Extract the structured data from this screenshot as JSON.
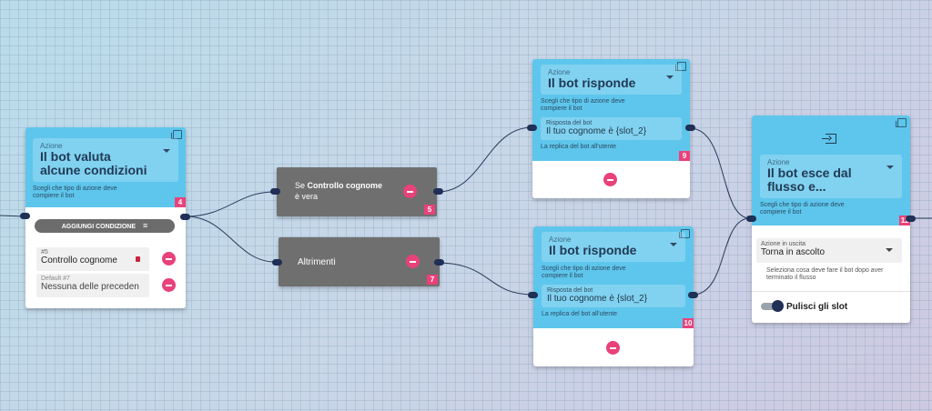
{
  "node4": {
    "select_label": "Azione",
    "select_value": "Il bot valuta alcune condizioni",
    "hint": "Scegli che tipo di azione deve compiere il bot",
    "badge": "4",
    "add_condition_label": "AGGIUNGI CONDIZIONE",
    "conditions": [
      {
        "id": "#5",
        "label": "Controllo cognome"
      },
      {
        "id": "Default #7",
        "label": "Nessuna delle preceden"
      }
    ]
  },
  "node5": {
    "text_prefix": "Se",
    "condition_name": "Controllo cognome",
    "text_suffix": "è vera",
    "badge": "5"
  },
  "node7": {
    "text": "Altrimenti",
    "badge": "7"
  },
  "node9": {
    "select_label": "Azione",
    "select_value": "Il bot risponde",
    "hint": "Scegli che tipo di azione deve compiere il bot",
    "field_label": "Risposta del bot",
    "field_value": "Il tuo cognome è {slot_2}",
    "field_hint": "La replica del bot all'utente",
    "badge": "9"
  },
  "node10": {
    "select_label": "Azione",
    "select_value": "Il bot risponde",
    "hint": "Scegli che tipo di azione deve compiere il bot",
    "field_label": "Risposta del bot",
    "field_value": "Il tuo cognome è {slot_2}",
    "field_hint": "La replica del bot all'utente",
    "badge": "10"
  },
  "node11": {
    "select_label": "Azione",
    "select_value": "Il bot esce dal flusso e...",
    "hint": "Scegli che tipo di azione deve compiere il bot",
    "exit_label": "Azione in uscita",
    "exit_value": "Torna in ascolto",
    "exit_hint": "Seleziona cosa deve fare il bot dopo aver terminato il flusso",
    "toggle_label": "Pulisci gli slot",
    "badge": "11"
  },
  "colors": {
    "header": "#5ec6ec",
    "accent": "#e9417a",
    "port": "#1f2f55",
    "condition_block": "#6f6f6f"
  }
}
